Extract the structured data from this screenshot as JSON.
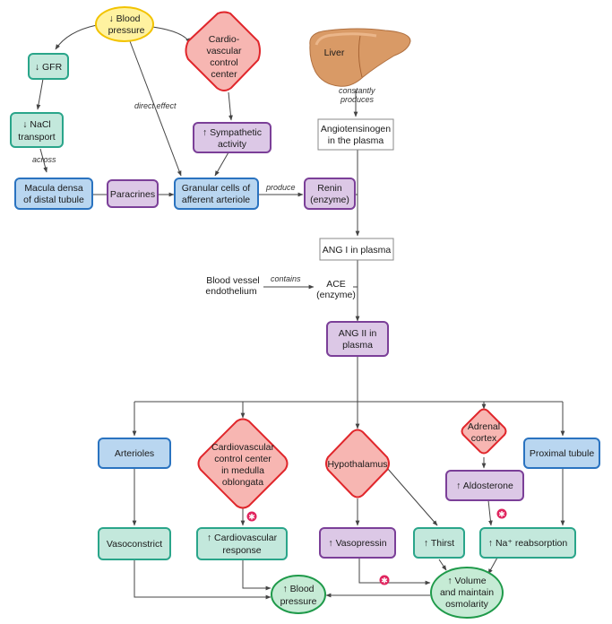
{
  "nodes": {
    "blood_pressure_top": [
      "↓ Blood",
      "pressure"
    ],
    "gfr": [
      "↓ GFR"
    ],
    "nacl": [
      "↓ NaCl",
      "transport"
    ],
    "cardio_center_top": [
      "Cardio-",
      "vascular",
      "control",
      "center"
    ],
    "sympathetic": [
      "↑ Sympathetic",
      "activity"
    ],
    "macula": [
      "Macula densa",
      "of distal tubule"
    ],
    "paracrines": [
      "Paracrines"
    ],
    "granular": [
      "Granular cells of",
      "afferent arteriole"
    ],
    "renin": [
      "Renin",
      "(enzyme)"
    ],
    "liver": [
      "Liver"
    ],
    "angiotensinogen": [
      "Angiotensinogen",
      "in the plasma"
    ],
    "ang1": [
      "ANG I in plasma"
    ],
    "vessel": [
      "Blood vessel",
      "endothelium"
    ],
    "ace": [
      "ACE",
      "(enzyme)"
    ],
    "ang2": [
      "ANG II in",
      "plasma"
    ],
    "arterioles": [
      "Arterioles"
    ],
    "medulla": [
      "Cardiovascular",
      "control center",
      "in medulla",
      "oblongata"
    ],
    "hypothalamus": [
      "Hypothalamus"
    ],
    "adrenal": [
      "Adrenal",
      "cortex"
    ],
    "proximal": [
      "Proximal tubule"
    ],
    "aldosterone": [
      "↑ Aldosterone"
    ],
    "vasoconstrict": [
      "Vasoconstrict"
    ],
    "cardio_response": [
      "↑ Cardiovascular",
      "response"
    ],
    "vasopressin": [
      "↑ Vasopressin"
    ],
    "thirst": [
      "↑ Thirst"
    ],
    "na_reabsorption": [
      "↑ Na⁺ reabsorption"
    ],
    "blood_pressure_bottom": [
      "↑ Blood",
      "pressure"
    ],
    "volume": [
      "↑ Volume",
      "and maintain",
      "osmolarity"
    ]
  },
  "edge_labels": {
    "direct_effect": "direct effect",
    "across": "across",
    "produce": "produce",
    "constantly_produces": [
      "constantly",
      "produces"
    ],
    "contains": "contains"
  },
  "colors": {
    "red_fill": "#f7b6b2",
    "red_stroke": "#e0262b",
    "purple_fill": "#dcc8e6",
    "purple_stroke": "#7b3f98",
    "teal_fill": "#c3e8dc",
    "teal_stroke": "#2aa58a",
    "blue_fill": "#b9d6f0",
    "blue_stroke": "#2a73c0",
    "yellow_fill": "#fff2a0",
    "yellow_stroke": "#f2c300",
    "green_fill": "#c6ebd5",
    "green_stroke": "#1f9a4a",
    "liver": "#d99a66",
    "inhibit_marker": "#e0245e"
  }
}
